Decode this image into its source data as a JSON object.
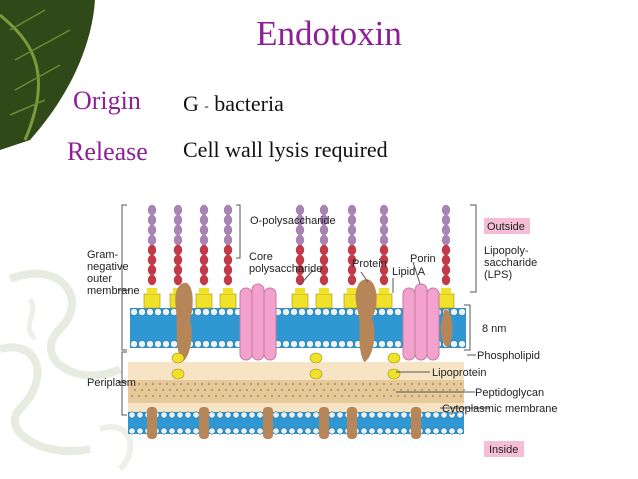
{
  "slide": {
    "title": "Endotoxin",
    "rows": [
      {
        "label": "Origin",
        "value": "G",
        "value_suffix": "-",
        "value_rest": " bacteria"
      },
      {
        "label": "Release",
        "value": "Cell wall lysis required"
      }
    ]
  },
  "diagram": {
    "labels": {
      "outer_membrane": [
        "Gram-",
        "negative",
        "outer",
        "membrane"
      ],
      "periplasm": "Periplasm",
      "o_polysaccharide": "O-polysaccharide",
      "core_polysaccharide": [
        "Core",
        "polysaccharide"
      ],
      "protein": "Protein",
      "porin": "Porin",
      "lipid_a": "Lipid A",
      "outside": "Outside",
      "lps": [
        "Lipopoly-",
        "saccharide",
        "(LPS)"
      ],
      "thickness": "8 nm",
      "phospholipid": "Phospholipid",
      "lipoprotein": "Lipoprotein",
      "peptidoglycan": "Peptidoglycan",
      "cytoplasmic_membrane": "Cytoplasmic membrane",
      "inside": "Inside"
    },
    "colors": {
      "title": "#8e1f97",
      "leaf_dark": "#2f4a18",
      "leaf_light": "#7e9a3c",
      "o_chain_purple": "#a884b4",
      "o_chain_red": "#c23a47",
      "lipid_a_yellow": "#f0e12a",
      "bilayer_blue": "#2f98d2",
      "porin_pink": "#f2a2cc",
      "protein_brown": "#b78658",
      "peptidoglycan": "#e6c99a",
      "box_pink": "#f4bfd6"
    }
  }
}
